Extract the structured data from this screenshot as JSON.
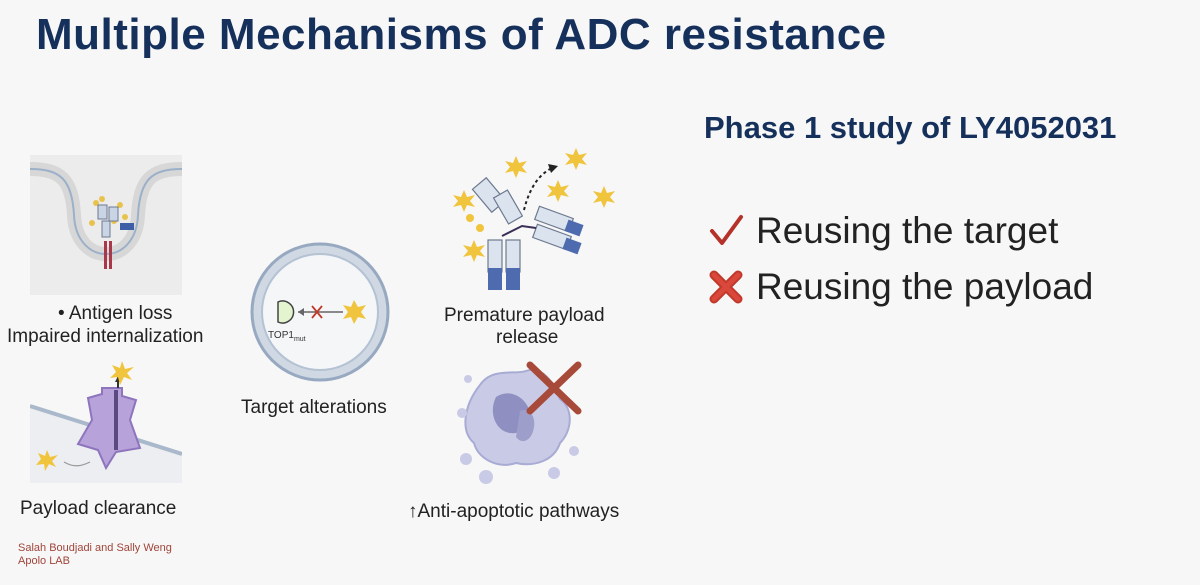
{
  "title": "Multiple Mechanisms of ADC resistance",
  "mechanisms": {
    "antigen_loss": "• Antigen loss",
    "impaired_internalization": "Impaired internalization",
    "payload_clearance": "Payload clearance",
    "target_alterations": "Target alterations",
    "top1_label": "TOP1",
    "top1_sub": "mut",
    "premature_line1": "Premature payload",
    "premature_line2": "release",
    "anti_apoptotic": "Anti-apoptotic pathways"
  },
  "credit": {
    "line1": "Salah Boudjadi and Sally Weng",
    "line2": "Apolo LAB"
  },
  "study": {
    "title": "Phase 1 study of LY4052031",
    "points": [
      {
        "text": "Reusing the target",
        "icon": "check-icon",
        "color": "#b5322b"
      },
      {
        "text": "Reusing the payload",
        "icon": "cross-icon",
        "color": "#c0392b"
      }
    ]
  }
}
